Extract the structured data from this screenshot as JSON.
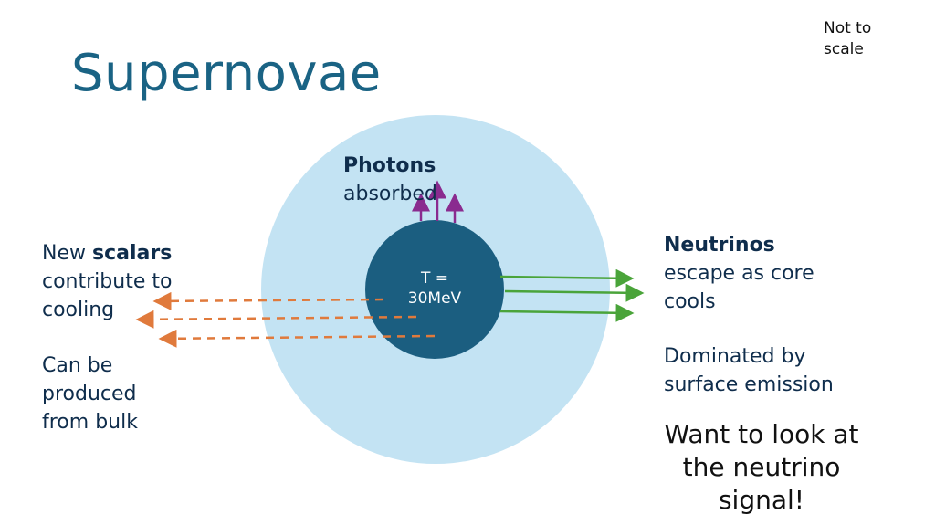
{
  "title": "Supernovae",
  "scale_note": [
    "Not to",
    "scale"
  ],
  "core": {
    "label_line1": "T =",
    "label_line2": "30MeV"
  },
  "photons": {
    "bold": "Photons",
    "rest": "absorbed"
  },
  "scalars": {
    "prefix": "New ",
    "bold": "scalars",
    "line2": "contribute to",
    "line3": "cooling"
  },
  "bulk": {
    "line1": "Can be",
    "line2": "produced",
    "line3": "from bulk"
  },
  "neutrinos": {
    "bold": "Neutrinos",
    "line2": "escape as core",
    "line3": "cools"
  },
  "surface": {
    "line1": "Dominated by",
    "line2": "surface emission"
  },
  "conclusion": {
    "line1": "Want to look at",
    "line2": "the neutrino",
    "line3": "signal!"
  },
  "colors": {
    "title": "#1a6384",
    "outer_star": "#c3e3f3",
    "core": "#1b5e80",
    "photon_arrow": "#8a2b8f",
    "neutrino_arrow": "#4aa43a",
    "scalar_arrow": "#e07a3c",
    "text": "#0f2d4c"
  }
}
